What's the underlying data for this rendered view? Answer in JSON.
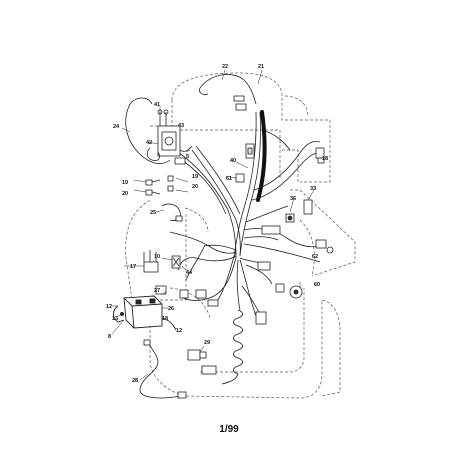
{
  "callouts": [
    {
      "id": "c22",
      "label": "22"
    },
    {
      "id": "c21",
      "label": "21"
    },
    {
      "id": "c41",
      "label": "41"
    },
    {
      "id": "c24",
      "label": "24"
    },
    {
      "id": "c43",
      "label": "43"
    },
    {
      "id": "c42",
      "label": "42"
    },
    {
      "id": "c18a",
      "label": "18"
    },
    {
      "id": "c40",
      "label": "40"
    },
    {
      "id": "c5",
      "label": "5"
    },
    {
      "id": "c61",
      "label": "61"
    },
    {
      "id": "c19",
      "label": "19"
    },
    {
      "id": "c20",
      "label": "20"
    },
    {
      "id": "c19b",
      "label": "19"
    },
    {
      "id": "c20b",
      "label": "20"
    },
    {
      "id": "c33",
      "label": "33"
    },
    {
      "id": "c25",
      "label": "25"
    },
    {
      "id": "c36",
      "label": "36"
    },
    {
      "id": "c10",
      "label": "10"
    },
    {
      "id": "c17",
      "label": "17"
    },
    {
      "id": "c44",
      "label": "44"
    },
    {
      "id": "c62",
      "label": "62"
    },
    {
      "id": "c60",
      "label": "60"
    },
    {
      "id": "c12",
      "label": "12"
    },
    {
      "id": "c27",
      "label": "27"
    },
    {
      "id": "c26",
      "label": "26"
    },
    {
      "id": "c13",
      "label": "13"
    },
    {
      "id": "c18b",
      "label": "18"
    },
    {
      "id": "c8",
      "label": "8"
    },
    {
      "id": "c12b",
      "label": "12"
    },
    {
      "id": "c29",
      "label": "29"
    },
    {
      "id": "c28",
      "label": "28"
    }
  ],
  "page_code": "1/99"
}
